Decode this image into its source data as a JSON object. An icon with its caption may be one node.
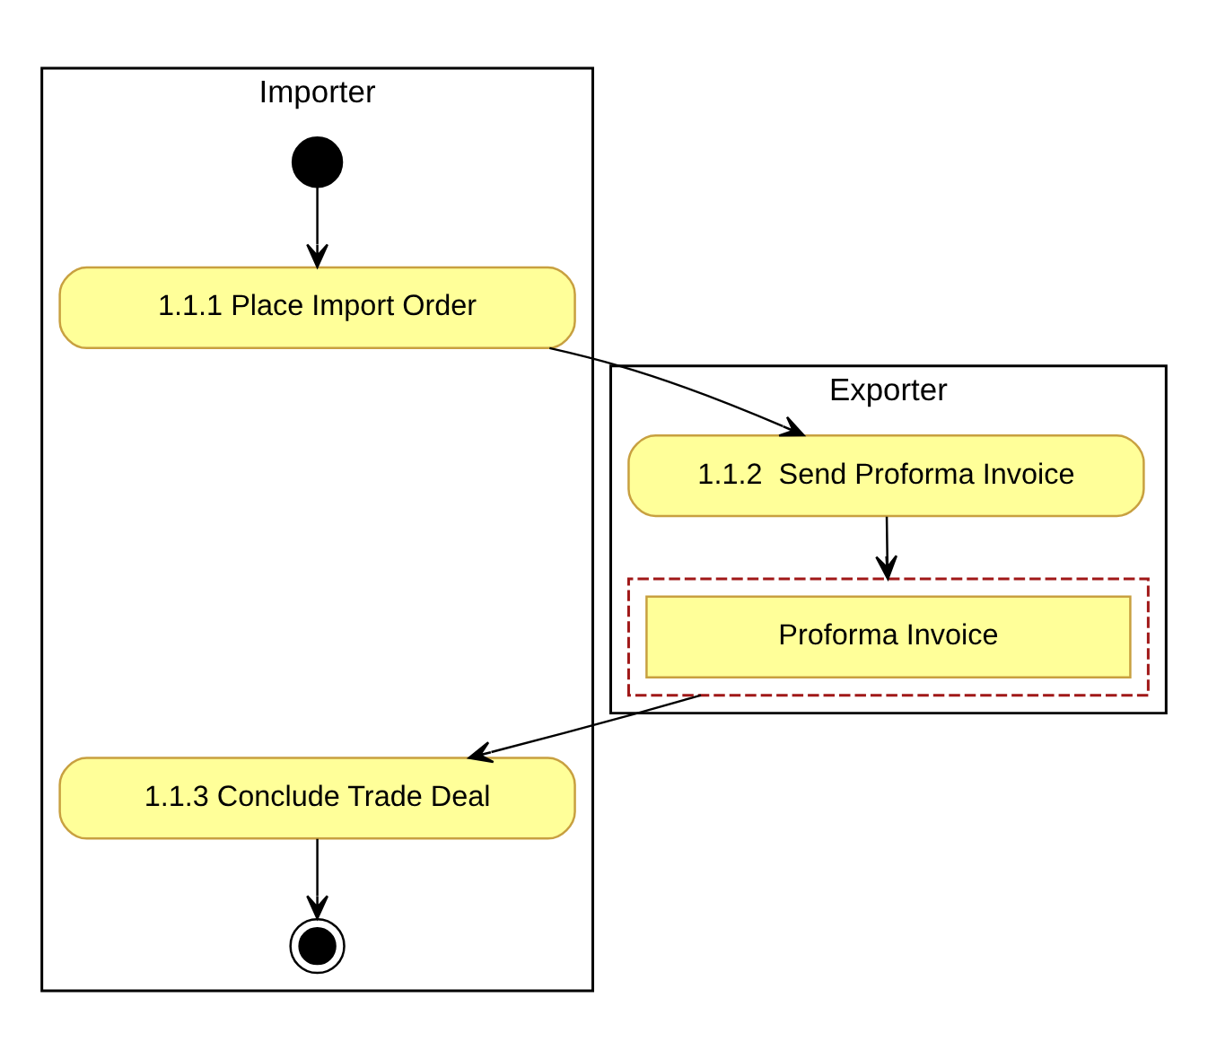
{
  "diagram": {
    "nodes": [
      {
        "text": [
          "Importer"
        ]
      },
      {
        "text": [
          "Exporter"
        ]
      },
      {
        "text": [],
        "shape": "circle",
        "in": 0
      },
      {
        "text": [
          "1.1.1 Place Import Order"
        ],
        "in": 0
      },
      {
        "text": [
          "1.1.2  Send Proforma Invoice"
        ],
        "in": 1
      },
      {
        "text": [],
        "shape": "box",
        "in": 1
      },
      {
        "text": [
          "Proforma Invoice"
        ],
        "in": 5
      },
      {
        "text": [
          "1.1.3 Conclude Trade Deal"
        ],
        "in": 0
      },
      {
        "text": [],
        "shape": "circle",
        "in": 0
      }
    ],
    "edges": [
      {
        "from": 2,
        "to": 3,
        "arrow": "to"
      },
      {
        "from": 3,
        "to": 4,
        "arrow": "to"
      },
      {
        "from": 4,
        "to": 5,
        "arrow": "to"
      },
      {
        "from": 5,
        "to": 7,
        "arrow": "to"
      },
      {
        "from": 7,
        "to": 8,
        "arrow": "to"
      }
    ]
  }
}
